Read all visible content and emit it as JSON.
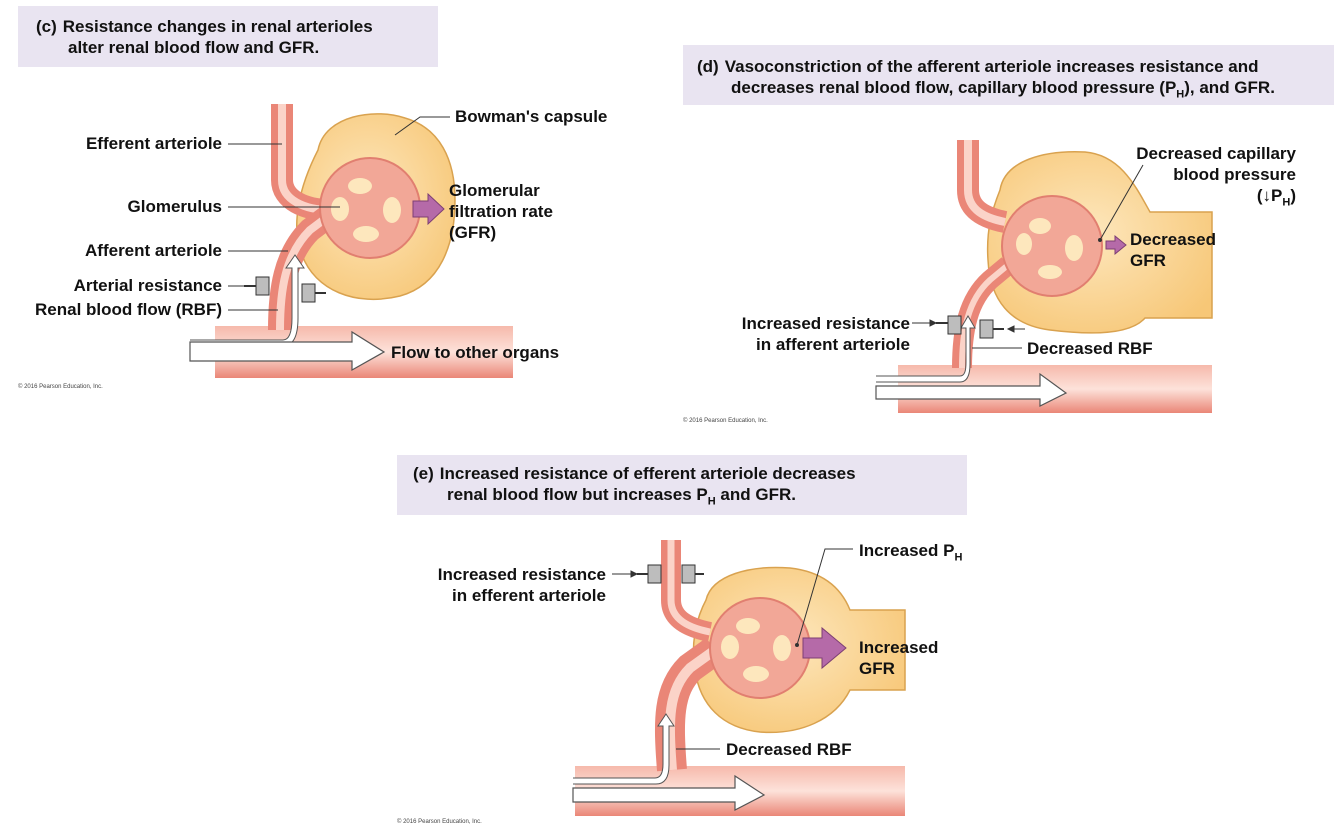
{
  "panel_c": {
    "tag": "(c)",
    "caption_line1": "Resistance changes in renal arterioles",
    "caption_line2": "alter renal blood flow and GFR.",
    "labels": {
      "efferent_arteriole": "Efferent arteriole",
      "glomerulus": "Glomerulus",
      "afferent_arteriole": "Afferent arteriole",
      "arterial_resistance": "Arterial resistance",
      "renal_blood_flow": "Renal blood flow (RBF)",
      "bowmans_capsule": "Bowman's capsule",
      "gfr_line1": "Glomerular",
      "gfr_line2": "filtration rate",
      "gfr_line3": "(GFR)",
      "flow_other": "Flow to other organs"
    },
    "copyright": "© 2016 Pearson Education, Inc."
  },
  "panel_d": {
    "tag": "(d)",
    "caption_line1": "Vasoconstriction of the afferent arteriole increases resistance and",
    "caption_line2_a": "decreases renal blood flow, capillary blood pressure (P",
    "caption_line2_sub": "H",
    "caption_line2_b": "), and GFR.",
    "labels": {
      "dec_cap_line1": "Decreased capillary",
      "dec_cap_line2": "blood pressure",
      "dec_cap_line3_a": "(↓P",
      "dec_cap_line3_sub": "H",
      "dec_cap_line3_b": ")",
      "dec_gfr_line1": "Decreased",
      "dec_gfr_line2": "GFR",
      "inc_res_line1": "Increased resistance",
      "inc_res_line2": "in afferent arteriole",
      "dec_rbf": "Decreased RBF"
    },
    "copyright": "© 2016 Pearson Education, Inc."
  },
  "panel_e": {
    "tag": "(e)",
    "caption_line1": "Increased resistance of efferent arteriole decreases",
    "caption_line2_a": "renal blood flow but increases P",
    "caption_line2_sub": "H",
    "caption_line2_b": " and GFR.",
    "labels": {
      "inc_res_line1": "Increased resistance",
      "inc_res_line2": "in efferent arteriole",
      "inc_ph_a": "Increased P",
      "inc_ph_sub": "H",
      "inc_gfr_line1": "Increased",
      "inc_gfr_line2": "GFR",
      "dec_rbf": "Decreased RBF"
    },
    "copyright": "© 2016 Pearson Education, Inc."
  },
  "colors": {
    "capsule": "#f9d38e",
    "vessel": "#f2a797",
    "arrow": "#b56aa8",
    "banner": "#e9e4f1"
  }
}
